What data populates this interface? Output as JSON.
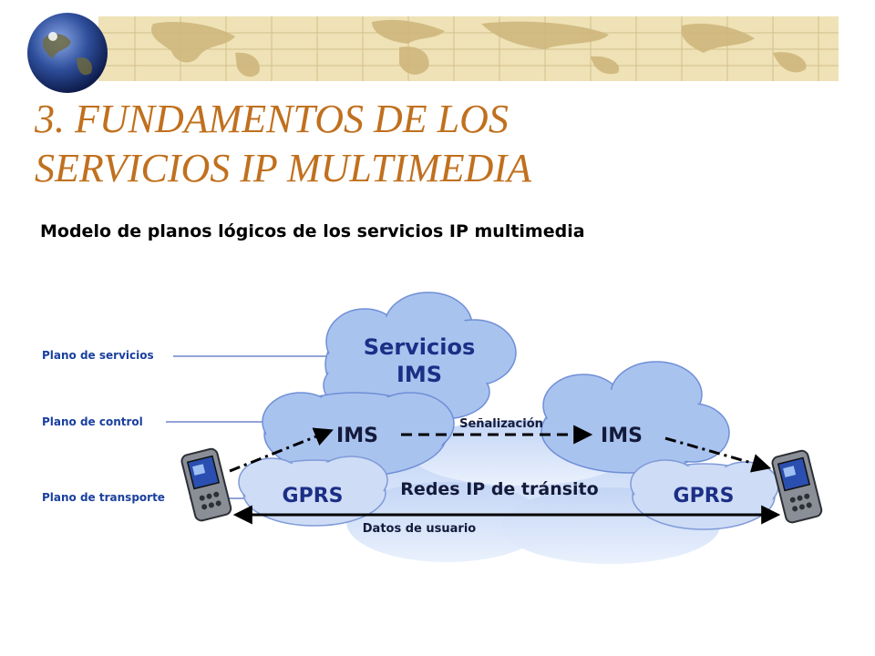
{
  "slide": {
    "title_line1": "3. FUNDAMENTOS DE LOS",
    "title_line2": "SERVICIOS IP MULTIMEDIA",
    "subtitle": "Modelo de planos lógicos de los servicios IP multimedia"
  },
  "diagram": {
    "planes": {
      "services": "Plano de servicios",
      "control": "Plano de control",
      "transport": "Plano de transporte"
    },
    "clouds": {
      "services_line1": "Servicios",
      "services_line2": "IMS",
      "ims_left": "IMS",
      "ims_right": "IMS",
      "gprs_left": "GPRS",
      "gprs_right": "GPRS",
      "transit": "Redes IP de tránsito"
    },
    "signaling": "Señalización",
    "user_data": "Datos de usuario"
  },
  "colors": {
    "title": "#c0701e",
    "cloud_fill": "#a9c3ef",
    "cloud_light": "#dde8fb",
    "label_blue": "#1a3f9e"
  }
}
